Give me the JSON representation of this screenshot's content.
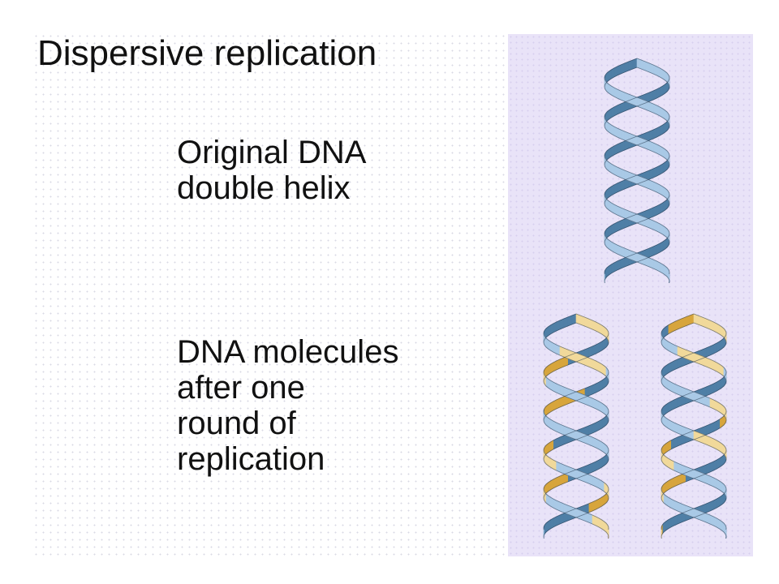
{
  "title": "Dispersive replication",
  "labels": {
    "original": [
      "Original DNA",
      "double helix"
    ],
    "after": [
      "DNA molecules",
      "after one",
      "round of",
      "replication"
    ]
  },
  "colors": {
    "panel_bg": "#e9e3f8",
    "parental_dark": "#4f7fa6",
    "parental_light": "#a9c9e6",
    "new_dark": "#d7a53c",
    "new_light": "#f1d99a",
    "outline": "#23344a"
  },
  "helices": [
    {
      "name": "original-helix",
      "strands": "all-parental"
    },
    {
      "name": "daughter-helix-1",
      "strands": "mixed-parental-and-new"
    },
    {
      "name": "daughter-helix-2",
      "strands": "mixed-parental-and-new"
    }
  ]
}
